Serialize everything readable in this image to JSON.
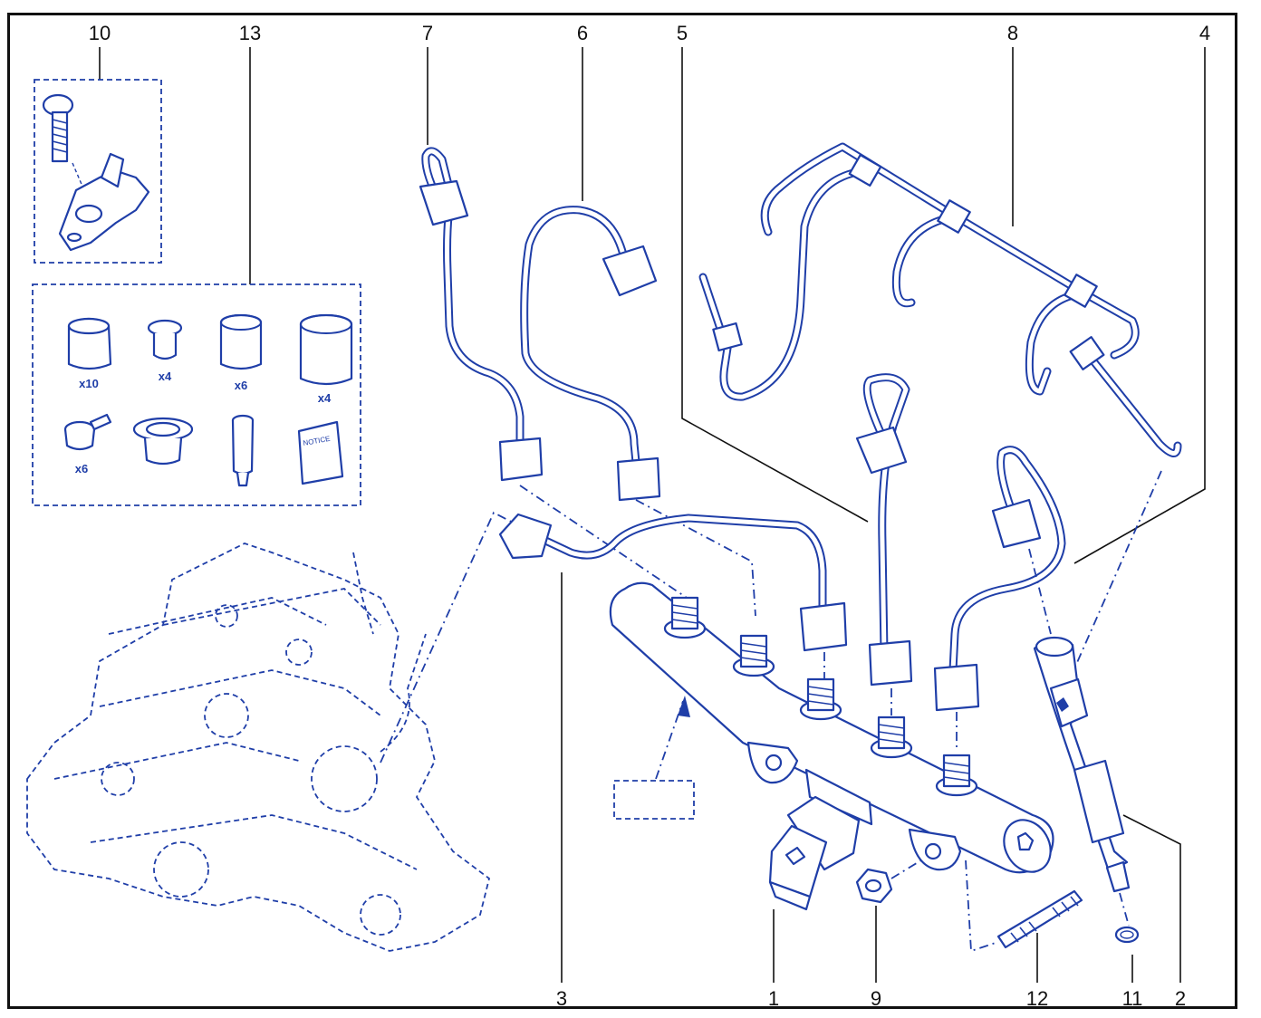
{
  "callouts": [
    {
      "id": "c10",
      "label": "10"
    },
    {
      "id": "c13",
      "label": "13"
    },
    {
      "id": "c7",
      "label": "7"
    },
    {
      "id": "c6",
      "label": "6"
    },
    {
      "id": "c5",
      "label": "5"
    },
    {
      "id": "c8",
      "label": "8"
    },
    {
      "id": "c4",
      "label": "4"
    },
    {
      "id": "c3",
      "label": "3"
    },
    {
      "id": "c1",
      "label": "1"
    },
    {
      "id": "c9",
      "label": "9"
    },
    {
      "id": "c12",
      "label": "12"
    },
    {
      "id": "c11",
      "label": "11"
    },
    {
      "id": "c2",
      "label": "2"
    }
  ],
  "kit_quantities": {
    "cap_large": "x10",
    "plug_small": "x4",
    "sleeve_medium": "x6",
    "sleeve_large": "x4",
    "cap_tab": "x6"
  },
  "notice_label": "NOTICE",
  "colors": {
    "line_art": "#1f3ea8",
    "frame": "#111111",
    "background": "#ffffff"
  }
}
